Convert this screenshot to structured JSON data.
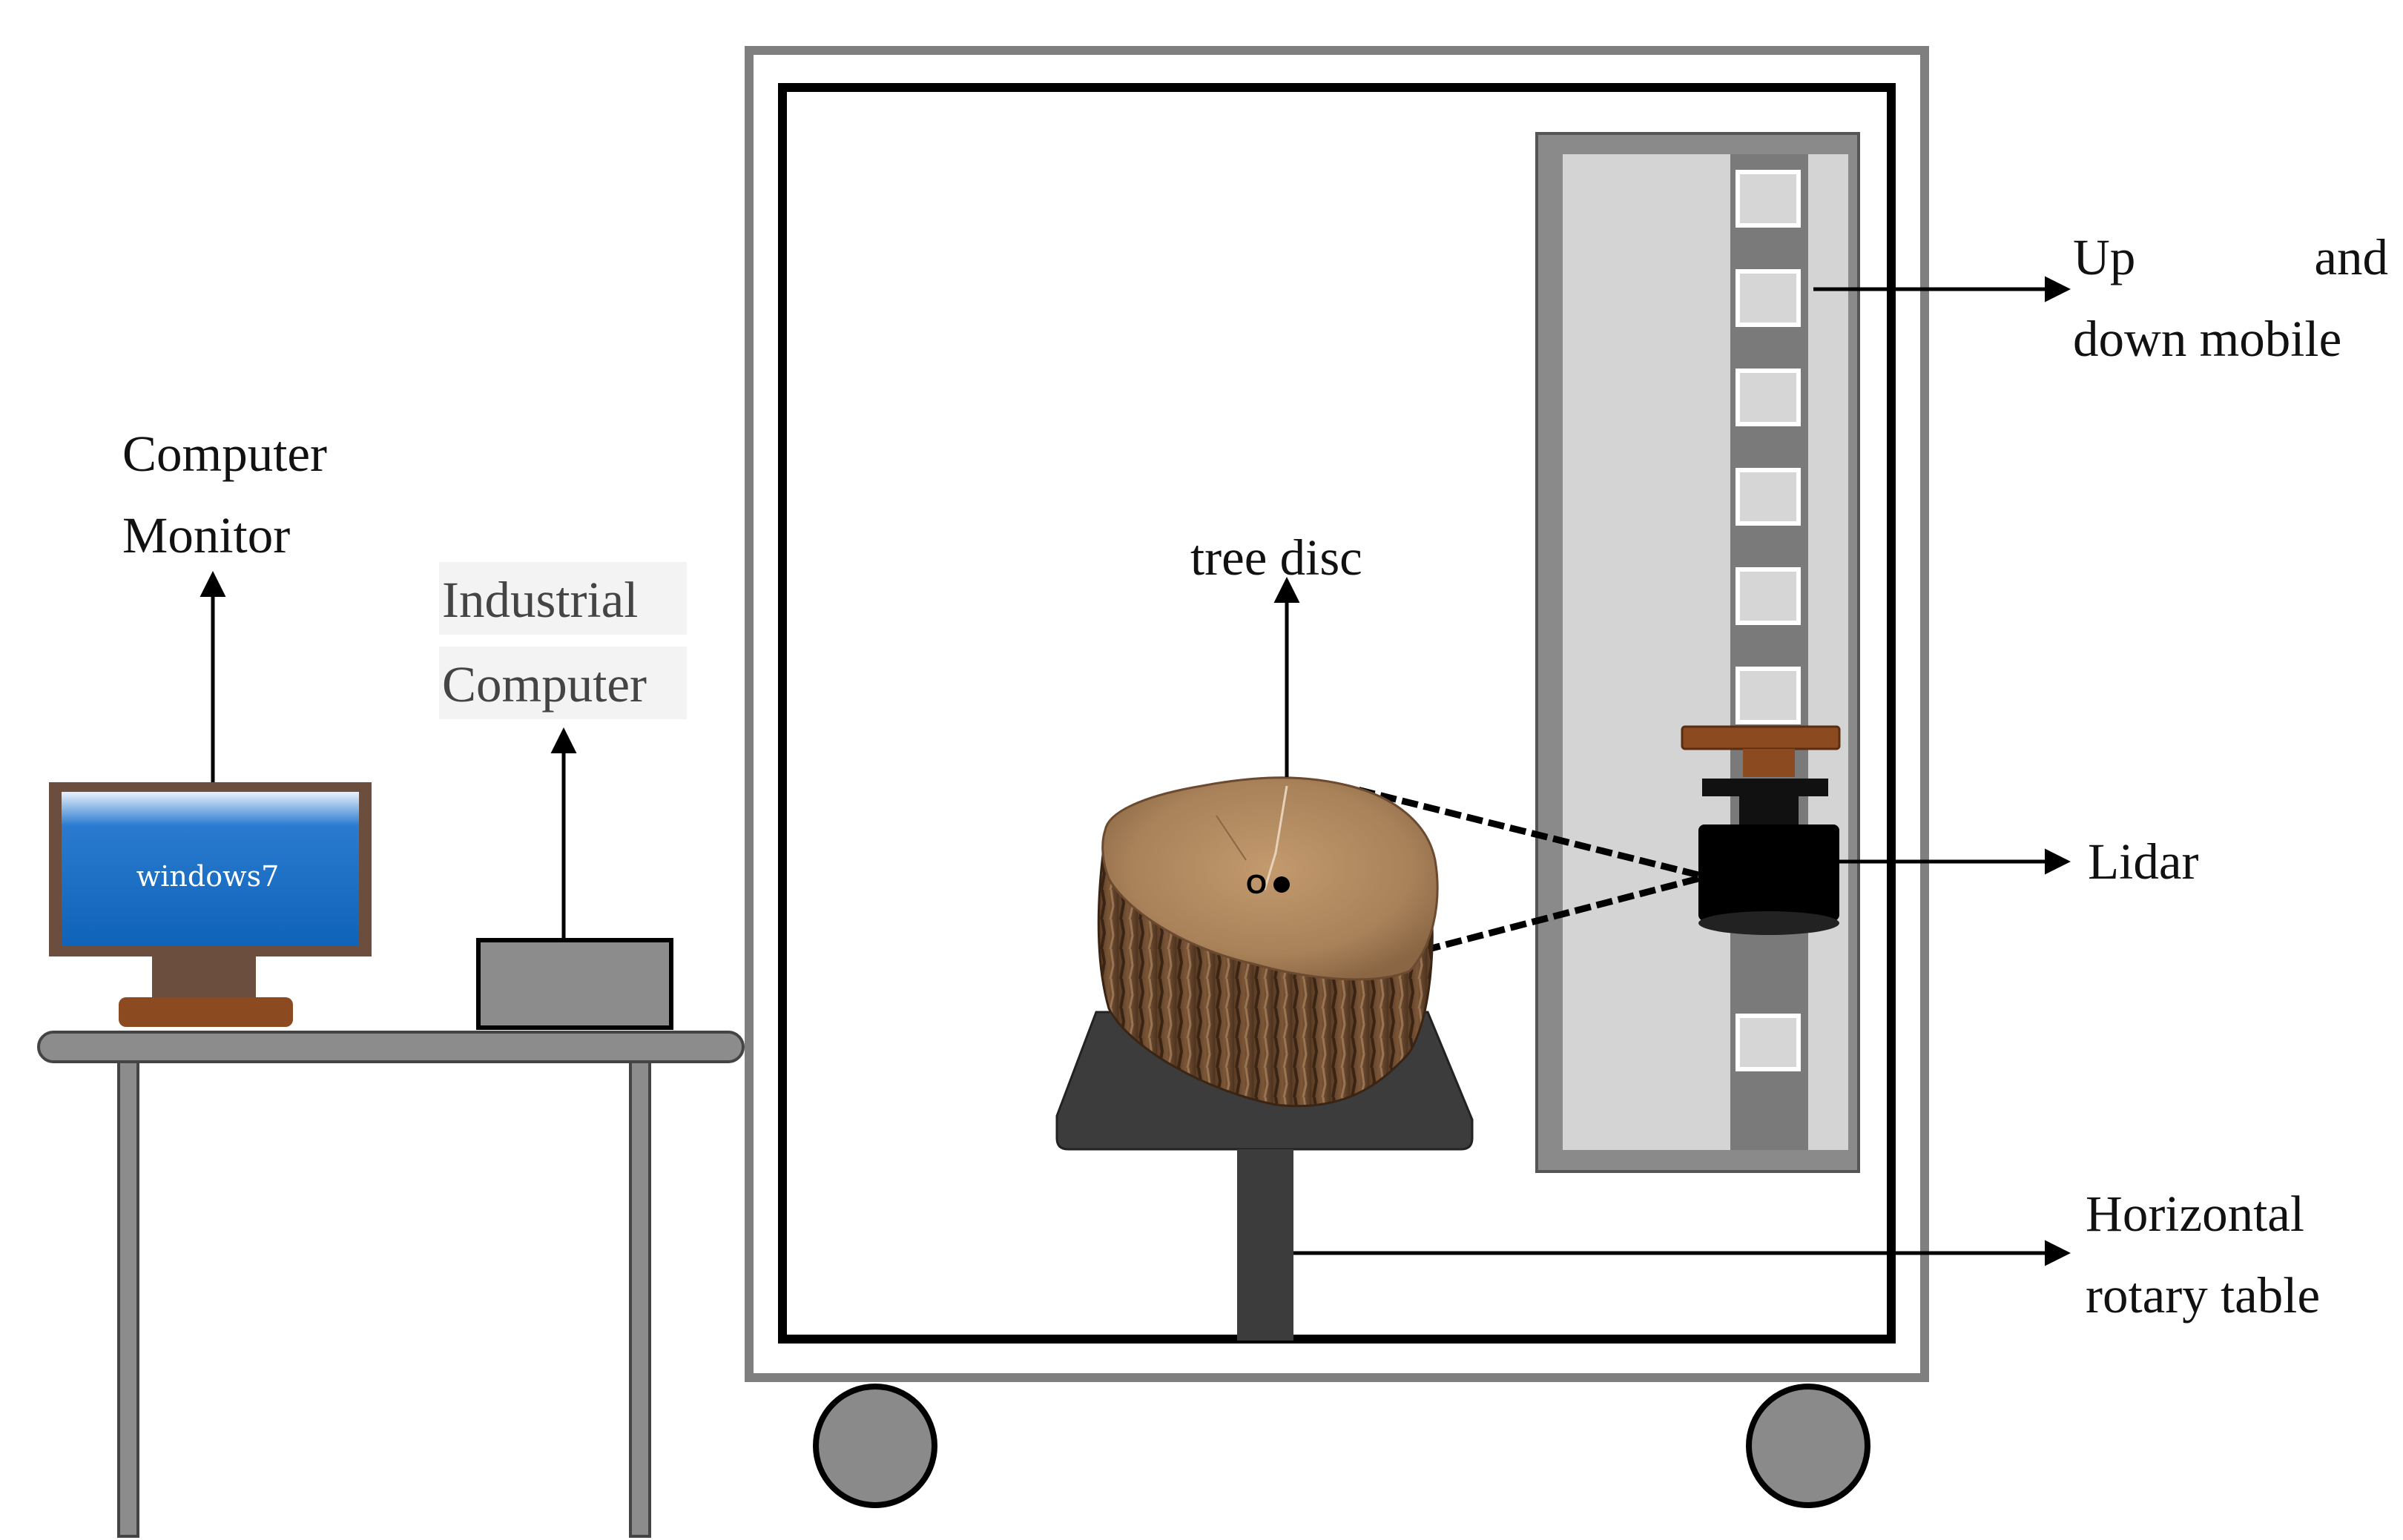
{
  "diagram": {
    "labels": {
      "computer_monitor_line1": "Computer",
      "computer_monitor_line2": "Monitor",
      "industrial_computer_line1": "Industrial",
      "industrial_computer_line2": "Computer",
      "tree_disc": "tree disc",
      "up_and_down_line1_a": "Up",
      "up_and_down_line1_b": "and",
      "up_and_down_line2": "down mobile",
      "lidar": "Lidar",
      "horizontal_line1": "Horizontal",
      "horizontal_line2": "rotary table"
    },
    "screen_text": "windows7",
    "center_mark": "O",
    "colors": {
      "frame": "#7f7f7f",
      "inner_frame": "#000000",
      "screen": "#1a6fc0",
      "monitor_bezel": "#6b4e3d",
      "monitor_stand": "#8b5a3c",
      "rotary_table": "#3c3c3c",
      "rail_panel": "#d4d4d4",
      "rail_track": "#7a7a7a",
      "lidar_body": "#000000",
      "lidar_mount": "#8b4a20",
      "wheels": "#8a8a8a",
      "tree_top": "#b48a5e",
      "tree_bark": "#6b4a30"
    },
    "icons": [
      "monitor-icon",
      "industrial-computer-icon",
      "tree-disc-icon",
      "lidar-icon",
      "rotary-table-icon",
      "rail-icon",
      "wheel-icon"
    ]
  }
}
